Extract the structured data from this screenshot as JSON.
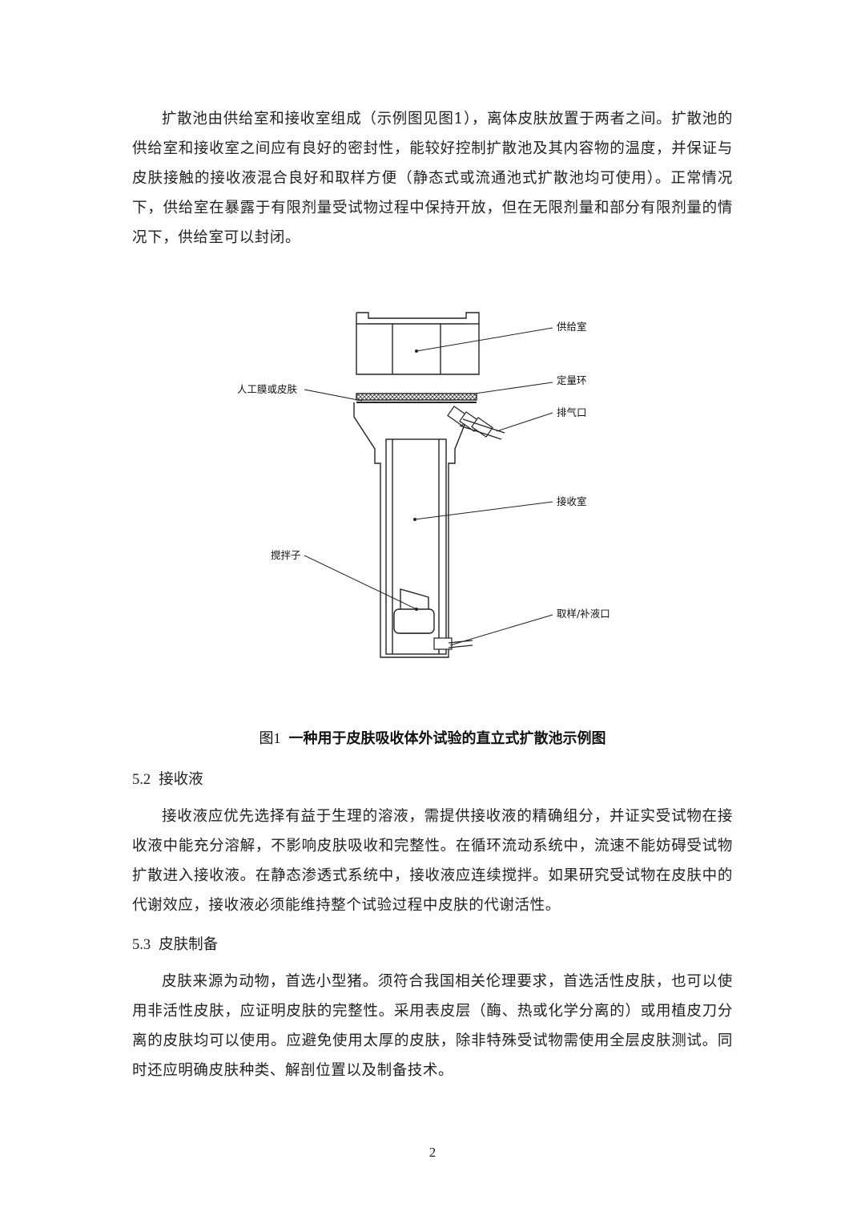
{
  "paragraphs": {
    "p1": "扩散池由供给室和接收室组成（示例图见图1），离体皮肤放置于两者之间。扩散池的供给室和接收室之间应有良好的密封性，能较好控制扩散池及其内容物的温度，并保证与皮肤接触的接收液混合良好和取样方便（静态式或流通池式扩散池均可使用）。正常情况下，供给室在暴露于有限剂量受试物过程中保持开放，但在无限剂量和部分有限剂量的情况下，供给室可以封闭。",
    "p2": "接收液应优先选择有益于生理的溶液，需提供接收液的精确组分，并证实受试物在接收液中能充分溶解，不影响皮肤吸收和完整性。在循环流动系统中，流速不能妨碍受试物扩散进入接收液。在静态渗透式系统中，接收液应连续搅拌。如果研究受试物在皮肤中的代谢效应，接收液必须能维持整个试验过程中皮肤的代谢活性。",
    "p3": "皮肤来源为动物，首选小型猪。须符合我国相关伦理要求，首选活性皮肤，也可以使用非活性皮肤，应证明皮肤的完整性。采用表皮层（酶、热或化学分离的）或用植皮刀分离的皮肤均可以使用。应避免使用太厚的皮肤，除非特殊受试物需使用全层皮肤测试。同时还应明确皮肤种类、解剖位置以及制备技术。"
  },
  "sections": {
    "s52": {
      "number": "5.2",
      "title": "接收液"
    },
    "s53": {
      "number": "5.3",
      "title": "皮肤制备"
    }
  },
  "figure": {
    "labels": {
      "donor": "供给室",
      "ring": "定量环",
      "membrane": "人工膜或皮肤",
      "vent": "排气口",
      "receptor": "接收室",
      "stirrer": "搅拌子",
      "sampling": "取样/补液口"
    },
    "caption_number": "图1",
    "caption_text": "一种用于皮肤吸收体外试验的直立式扩散池示例图"
  },
  "page_number": "2"
}
